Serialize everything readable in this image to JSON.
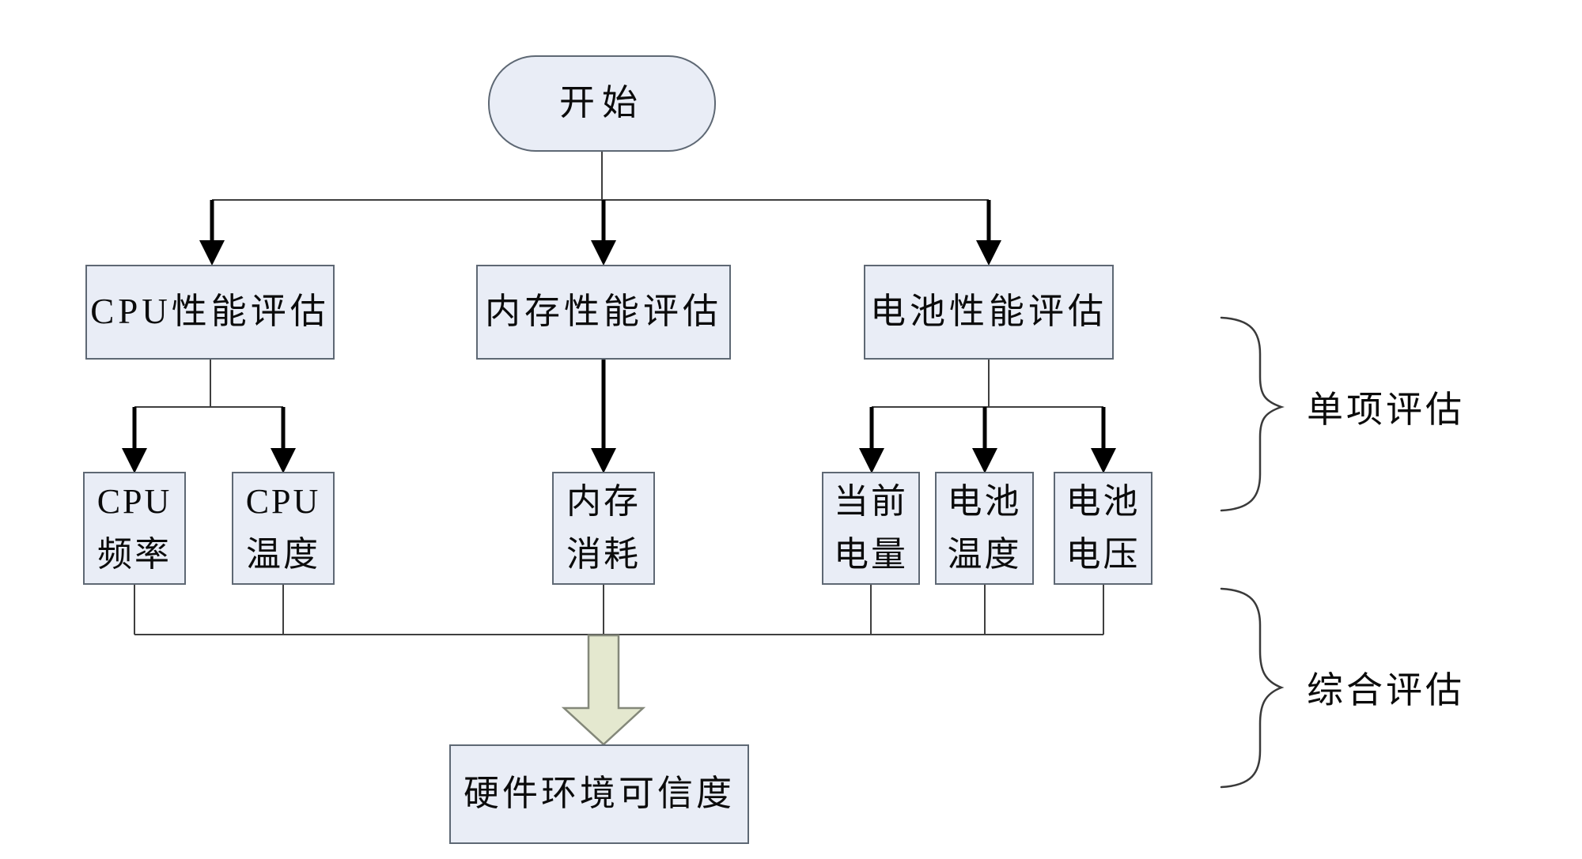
{
  "nodes": {
    "start": {
      "label": "开始"
    },
    "cpu_eval": {
      "label": "CPU性能评估"
    },
    "mem_eval": {
      "label": "内存性能评估"
    },
    "bat_eval": {
      "label": "电池性能评估"
    },
    "cpu_freq": {
      "label": "CPU\n频率"
    },
    "cpu_temp": {
      "label": "CPU\n温度"
    },
    "mem_use": {
      "label": "内存\n消耗"
    },
    "cur_charge": {
      "label": "当前\n电量"
    },
    "bat_temp": {
      "label": "电池\n温度"
    },
    "bat_volt": {
      "label": "电池\n电压"
    },
    "final": {
      "label": "硬件环境可信度"
    }
  },
  "annotations": {
    "single_eval": {
      "label": "单项评估"
    },
    "overall_eval": {
      "label": "综合评估"
    }
  },
  "colors": {
    "node_fill": "#e9edf6",
    "node_border": "#5e6874",
    "line_color": "#3f3f3f",
    "arrow_color": "#000000",
    "big_arrow_fill": "#e4e8cf",
    "big_arrow_border": "#84887a",
    "text_color": "#0b0b0b",
    "background": "#ffffff"
  }
}
